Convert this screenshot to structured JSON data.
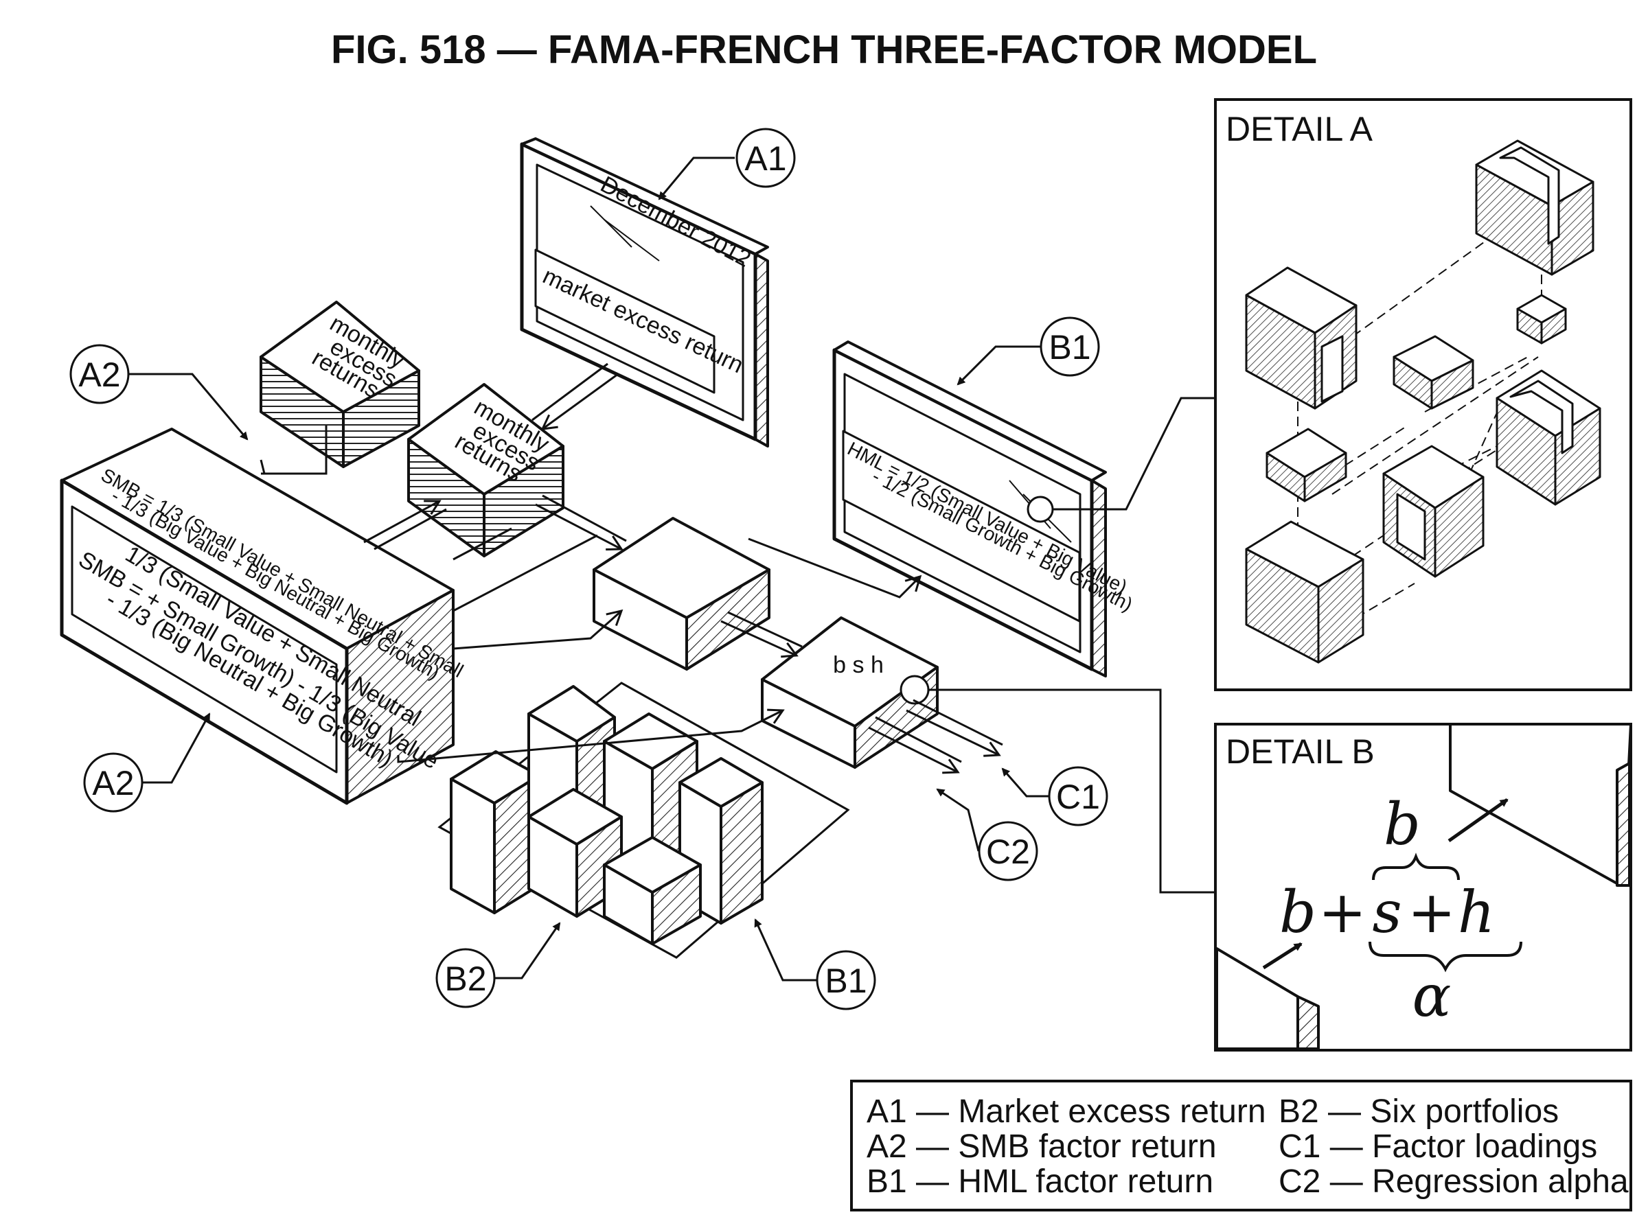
{
  "title": "FIG. 518 — FAMA-FRENCH THREE-FACTOR MODEL",
  "callouts": {
    "a1": "A1",
    "a2_top": "A2",
    "a2_bottom": "A2",
    "b1_top": "B1",
    "b1_bottom": "B1",
    "b2": "B2",
    "c1": "C1",
    "c2": "C2"
  },
  "monitor_a1": {
    "date": "December 2012",
    "caption": "market excess return"
  },
  "stack_top": [
    "monthly",
    "excess",
    "returns"
  ],
  "stack_mid": [
    "monthly",
    "excess",
    "returns"
  ],
  "smb_box": {
    "top_face": [
      "SMB = 1/3 (Small Value + Small Neutral + Small",
      "- 1/3 (Big Value + Big Neutral + Big Growth)"
    ],
    "front_line1": "1/3 (Small Value + Small Neutral",
    "front_line2": "SMB = + Small Growth) - 1/3 (Big Value",
    "front_line3": "- 1/3 (Big Neutral + Big Growth)"
  },
  "hml_screen": {
    "line1": "HML = 1/2 (Small Value + Big Value)",
    "line2": "- 1/2 (Small Growth + Big Growth)"
  },
  "regression_box": {
    "label": "b s h"
  },
  "detail_a": {
    "label": "DETAIL A"
  },
  "detail_b": {
    "label": "DETAIL B",
    "eq_b_top": "b",
    "eq_b": "b",
    "eq_plus1": "+",
    "eq_s": "s",
    "eq_plus2": "+",
    "eq_h": "h",
    "eq_alpha": "α"
  },
  "legend": {
    "left": [
      "A1 — Market excess return",
      "A2 — SMB factor return",
      "B1 — HML factor return"
    ],
    "right": [
      "B2 — Six portfolios",
      "C1 — Factor loadings",
      "C2 — Regression alpha"
    ]
  }
}
